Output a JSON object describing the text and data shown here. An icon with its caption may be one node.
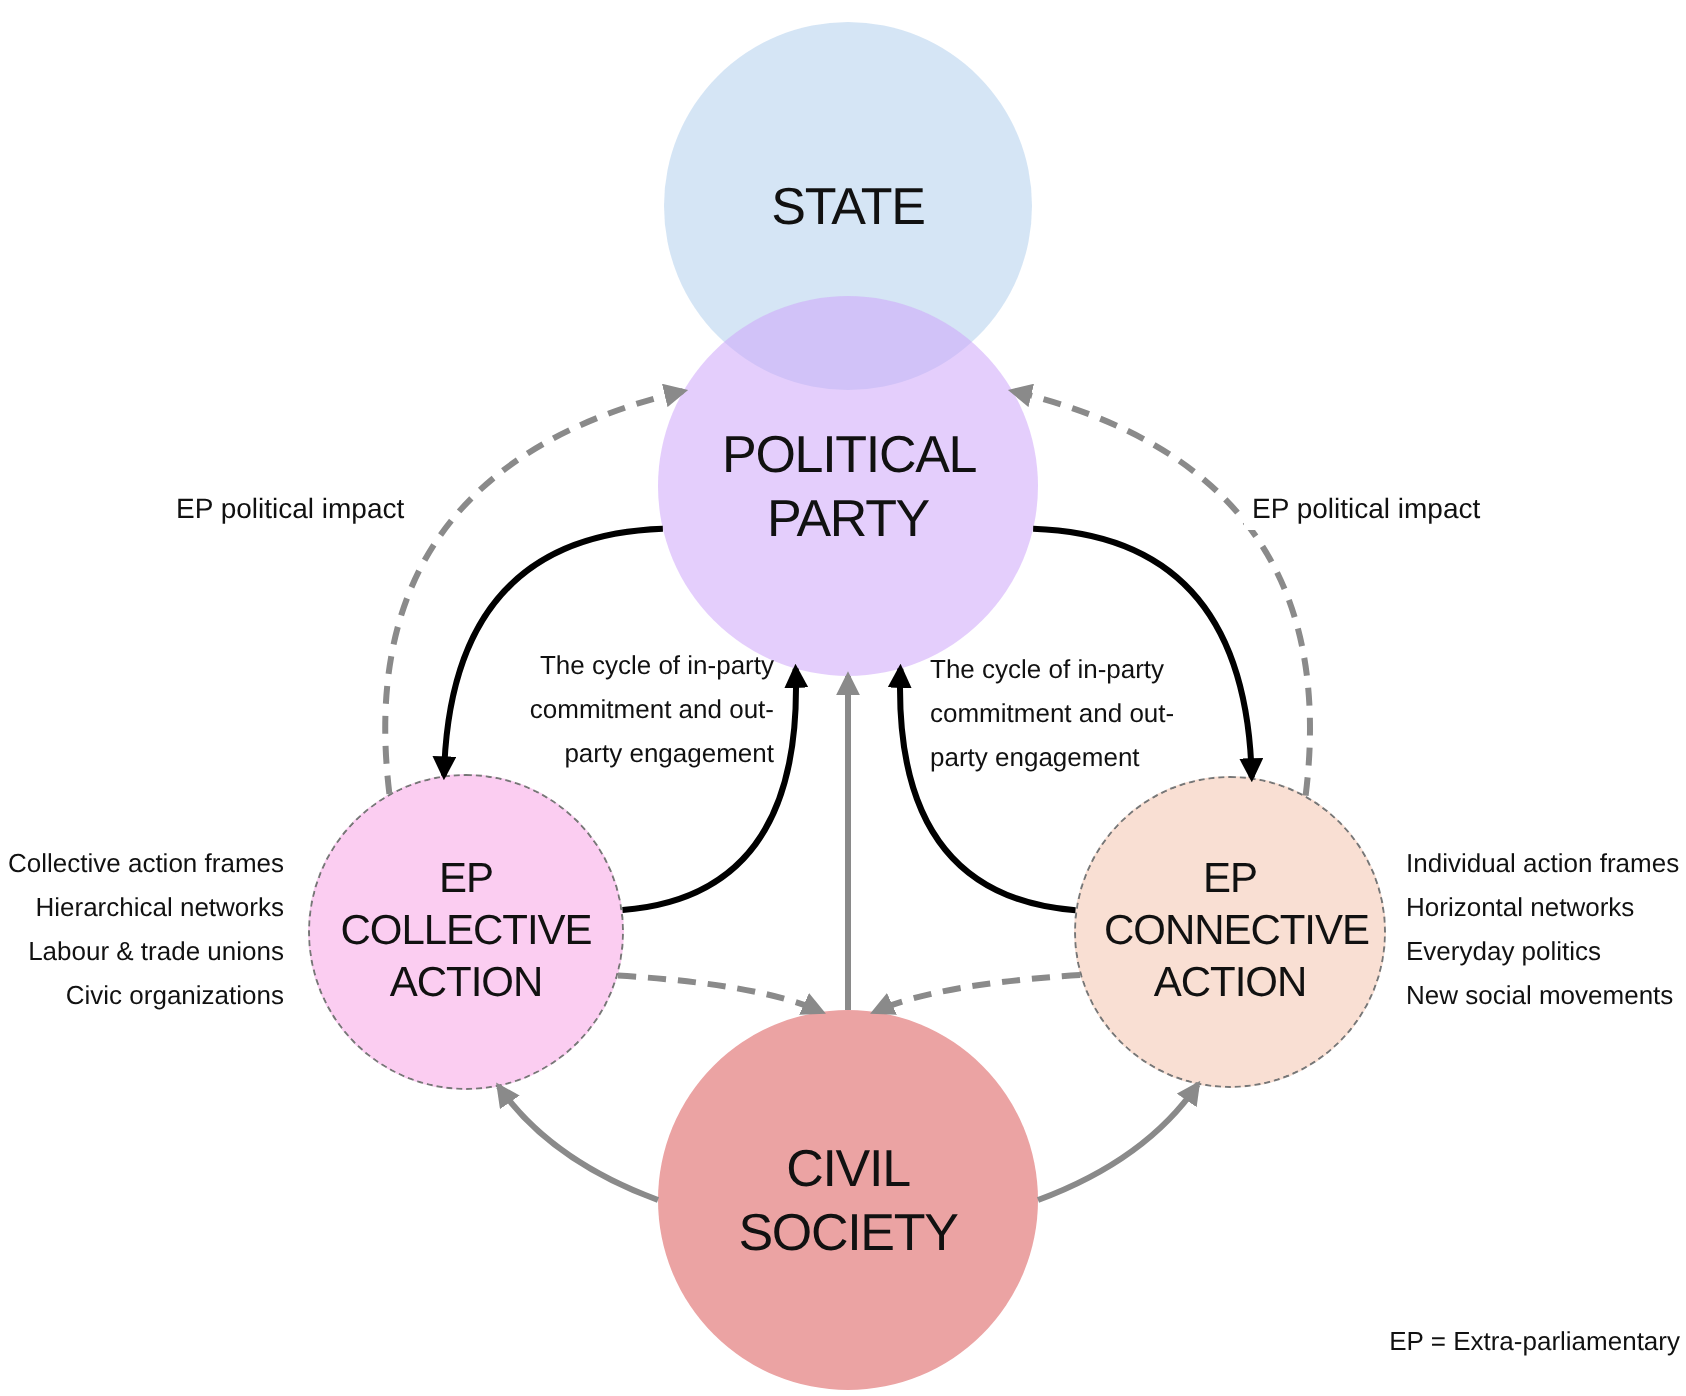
{
  "diagram": {
    "nodes": [
      {
        "text": [
          "STATE"
        ]
      },
      {
        "text": [
          "POLITICAL PARTY"
        ]
      },
      {
        "text": [
          "EP COLLECTIVE ACTION"
        ],
        "beside": [
          "Collective action frames",
          "Hierarchical networks",
          "Labour & trade unions",
          "Civic organizations"
        ]
      },
      {
        "text": [
          "EP CONNECTIVE ACTION"
        ],
        "beside": [
          "Individual action frames",
          "Horizontal networks",
          "Everyday politics",
          "New social movements"
        ]
      },
      {
        "text": [
          "CIVIL SOCIETY"
        ]
      }
    ],
    "edges": [
      {
        "from": 2,
        "to": 1,
        "arrow": "to",
        "style": "dashed",
        "label": "EP political impact"
      },
      {
        "from": 3,
        "to": 1,
        "arrow": "to",
        "style": "dashed",
        "label": "EP political impact"
      },
      {
        "from": 1,
        "to": 2,
        "arrow": "to",
        "color": "#000000"
      },
      {
        "from": 2,
        "to": 1,
        "arrow": "to",
        "color": "#000000"
      },
      {
        "from": 1,
        "to": 3,
        "arrow": "to",
        "color": "#000000"
      },
      {
        "from": 3,
        "to": 1,
        "arrow": "to",
        "color": "#000000"
      },
      {
        "from": 4,
        "to": 1,
        "arrow": "to"
      },
      {
        "from": 2,
        "to": 4,
        "arrow": "to",
        "style": "dashed"
      },
      {
        "from": 3,
        "to": 4,
        "arrow": "to",
        "style": "dashed"
      },
      {
        "from": 4,
        "to": 2,
        "arrow": "to"
      },
      {
        "from": 4,
        "to": 3,
        "arrow": "to"
      }
    ],
    "labels": [
      "The cycle of in-party commitment and out-party engagement",
      "The cycle of in-party commitment and out-party engagement",
      "EP = Extra-parliamentary"
    ]
  }
}
